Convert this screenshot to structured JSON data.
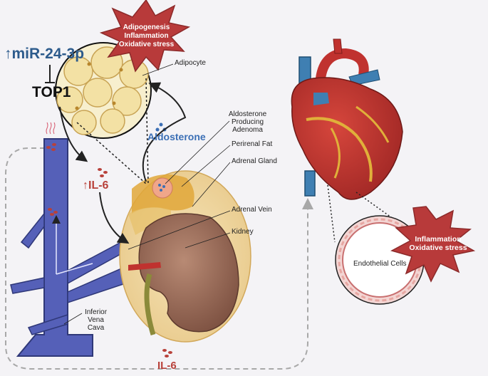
{
  "star_top": {
    "line1": "Adipogenesis",
    "line2": "Inflammation",
    "line3": "Oxidative stress"
  },
  "mirna": {
    "label": "↑miR-24-3p"
  },
  "top1": {
    "label": "TOP1"
  },
  "labels": {
    "adipocyte": "Adipocyte",
    "apa_line1": "Aldosterone",
    "apa_line2": "Producing",
    "apa_line3": "Adenoma",
    "perirenal_fat": "Perirenal Fat",
    "adrenal_gland": "Adrenal Gland",
    "adrenal_vein": "Adrenal Vein",
    "kidney": "Kidney",
    "ivc_line1": "Inferior",
    "ivc_line2": "Vena",
    "ivc_line3": "Cava",
    "endothelial": "Endothelial Cells"
  },
  "aldosterone": {
    "label": "Aldosterone"
  },
  "il6_up": {
    "label": "↑IL-6"
  },
  "il6_bottom": {
    "label": "IL-6"
  },
  "star_right": {
    "line1": "Inflammation",
    "line2": "Oxidative stress"
  },
  "colors": {
    "star_red": "#b83a3a",
    "mirna_blue": "#2d5b8c",
    "aldosterone_blue": "#3b6fb5",
    "il6_red": "#b8413a",
    "vein_blue": "#5560b8",
    "fat_yellow": "#efd8a6",
    "kidney_brown": "#9c6d5a",
    "heart_red": "#c0322f",
    "aorta_blue": "#3f7fb2"
  }
}
